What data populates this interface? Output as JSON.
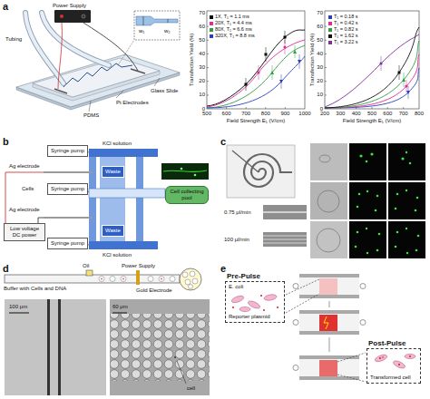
{
  "diagram": {
    "nodes": [
      {
        "text": [
          "Syringe pump"
        ]
      },
      {
        "text": [
          "Syringe pump"
        ]
      },
      {
        "text": [
          "Syringe pump"
        ]
      },
      {
        "text": [
          "Low voltage DC power"
        ]
      },
      {
        "text": [
          "Waste"
        ]
      },
      {
        "text": [
          "Waste"
        ]
      },
      {
        "text": [
          "Cell collecting pool"
        ]
      },
      {
        "text": [
          "Pre-Pulse",
          "E. coli",
          "Reporter plasmid"
        ]
      },
      {
        "text": [
          "Post-Pulse",
          "Transformed cell"
        ]
      }
    ],
    "labels": [
      "a",
      "Power Supply",
      "Tubing",
      "w₁",
      "w₂",
      "Glass Slide",
      "Pt Electrodes",
      "PDMS",
      "Transfection Yield (%)",
      "0",
      "10",
      "20",
      "30",
      "40",
      "50",
      "60",
      "70",
      "500",
      "600",
      "700",
      "800",
      "900",
      "1000",
      "Field Strength E₁ (V/cm)",
      "Transfection Yield (%)",
      "0",
      "10",
      "20",
      "30",
      "40",
      "50",
      "60",
      "70",
      "200",
      "300",
      "400",
      "500",
      "600",
      "700",
      "800",
      "Field Strength E₁ (V/cm)",
      "b",
      "KCl solution",
      "Ag electrode",
      "Cells",
      "Ag electrode",
      "KCl solution",
      "c",
      "0.75 μl/min",
      "100 μl/min",
      "d",
      "Oil",
      "Power Supply",
      "Buffer with Cells and DNA",
      "Gold Electrode",
      "100 μm",
      "60 μm",
      "cell",
      "e"
    ],
    "legend": [
      {
        "text": "1X, T₁ = 1.1 ms",
        "color": "#000000"
      },
      {
        "text": "20X, T₁ = 4.4 ms",
        "color": "#e0299a"
      },
      {
        "text": "80X, T₁ = 6.6 ms",
        "color": "#2e9e3e"
      },
      {
        "text": "320X, T₁ = 8.8 ms",
        "color": "#2a3fc0"
      },
      {
        "text": "T₁ = 0.18 s",
        "color": "#2a3fc0"
      },
      {
        "text": "T₁ = 0.42 s",
        "color": "#e0299a"
      },
      {
        "text": "T₁ = 0.82 s",
        "color": "#2e9e3e"
      },
      {
        "text": "T₁ = 1.62 s",
        "color": "#111111"
      },
      {
        "text": "T₁ = 3.22 s",
        "color": "#7b2fa0"
      }
    ]
  }
}
